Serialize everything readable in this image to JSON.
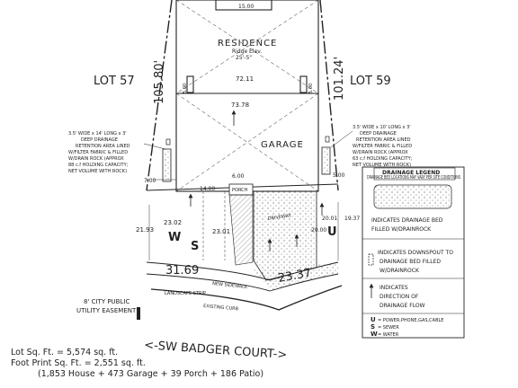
{
  "plan": {
    "lot_left": "LOT 57",
    "lot_right": "LOT 59",
    "residence_title": "RESIDENCE",
    "residence_elev": "Ridge Elev.",
    "residence_elev_val": "25'-5\"",
    "garage_label": "GARAGE",
    "porch_label": "PORCH",
    "driveway_label": "DRIVEWAY",
    "sidewalk_label": "NEW SIDEWALK",
    "existing_curb": "EXISTING CURB",
    "landscape_strip": "LANDSCAPE STRIP",
    "lo_top": "15.00",
    "dim_left_lot": "105.80'",
    "dim_right_lot": "101.24'",
    "dim_72": "72.11",
    "dim_73": "73.78",
    "dim_left_side": "5.00",
    "dim_right_side": "5.00",
    "dim_700": "7.00",
    "dim_600": "6.00",
    "dim_1400": "14.00",
    "dim_500_right": "5.00",
    "dim_2193": "21.93",
    "dim_2302": "23.02",
    "dim_2301": "23.01",
    "dim_2001": "20.01",
    "dim_1937": "19.37",
    "dim_2000": "20.00",
    "dim_frontage_left": "31.69",
    "dim_frontage_right": "23.37",
    "street": "<-SW BADGER COURT->",
    "easement_lines": [
      "8' CITY PUBLIC",
      "UTILITY EASEMENT"
    ],
    "drain_left_lines": [
      "3.5' WIDE x 14' LONG x 3'",
      "DEEP DRAINAGE",
      "RETENTION AREA LINED",
      "W/FILTER FABRIC & FILLED",
      "W/DRAIN ROCK (APPROX",
      "88 c.f HOLDING CAPACITY;",
      "NET VOLUME WITH ROCK)"
    ],
    "drain_right_lines": [
      "3.5' WIDE x 10' LONG x 3'",
      "DEEP DRAINAGE",
      "RETENTION AREA LINED",
      "W/FILTER FABRIC & FILLED",
      "W/DRAIN ROCK (APPROX",
      "63 c.f HOLDING CAPACITY;",
      "NET VOLUME WITH ROCK)"
    ]
  },
  "legend": {
    "title": "DRAINAGE LEGEND",
    "note": "DRAINAGE BED LOCATIONS MAY VARY PER SITE CONDITIONS",
    "bed_lines": [
      "INDICATES DRAINAGE BED",
      "FILLED W/DRAINROCK"
    ],
    "downspout_lines": [
      "INDICATES DOWNSPOUT TO",
      "DRAINAGE BED FILLED",
      "W/DRAINROCK"
    ],
    "flow_lines": [
      "INDICATES",
      "DIRECTION OF",
      "DRAINAGE FLOW"
    ],
    "utilities": [
      {
        "sym": "U",
        "text": "= POWER,PHONE,GAS,CABLE"
      },
      {
        "sym": "S",
        "text": "= SEWER"
      },
      {
        "sym": "W",
        "text": "= WATER"
      }
    ]
  },
  "stats": {
    "lot_sqft": "Lot Sq. Ft. = 5,574 sq. ft.",
    "footprint_sqft": "Foot Print Sq. Ft. = 2,551 sq. ft.",
    "breakdown": "(1,853 House + 473 Garage + 39 Porch + 186 Patio)"
  }
}
